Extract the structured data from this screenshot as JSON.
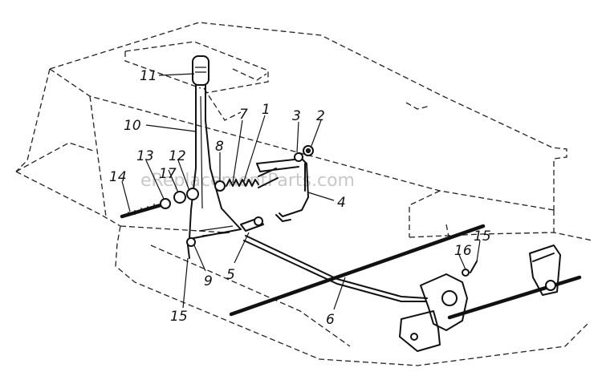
{
  "watermark": "eReplacementParts.com",
  "callouts": [
    {
      "id": "1",
      "text": "1"
    },
    {
      "id": "2",
      "text": "2"
    },
    {
      "id": "3",
      "text": "3"
    },
    {
      "id": "4",
      "text": "4"
    },
    {
      "id": "5",
      "text": "5"
    },
    {
      "id": "6",
      "text": "6"
    },
    {
      "id": "7",
      "text": "7"
    },
    {
      "id": "8",
      "text": "8"
    },
    {
      "id": "9",
      "text": "9"
    },
    {
      "id": "10",
      "text": "10"
    },
    {
      "id": "11",
      "text": "11"
    },
    {
      "id": "12",
      "text": "12"
    },
    {
      "id": "13",
      "text": "13"
    },
    {
      "id": "14",
      "text": "14"
    },
    {
      "id": "15a",
      "text": "15"
    },
    {
      "id": "15b",
      "text": "15"
    },
    {
      "id": "16",
      "text": "16"
    },
    {
      "id": "17",
      "text": "17"
    }
  ]
}
